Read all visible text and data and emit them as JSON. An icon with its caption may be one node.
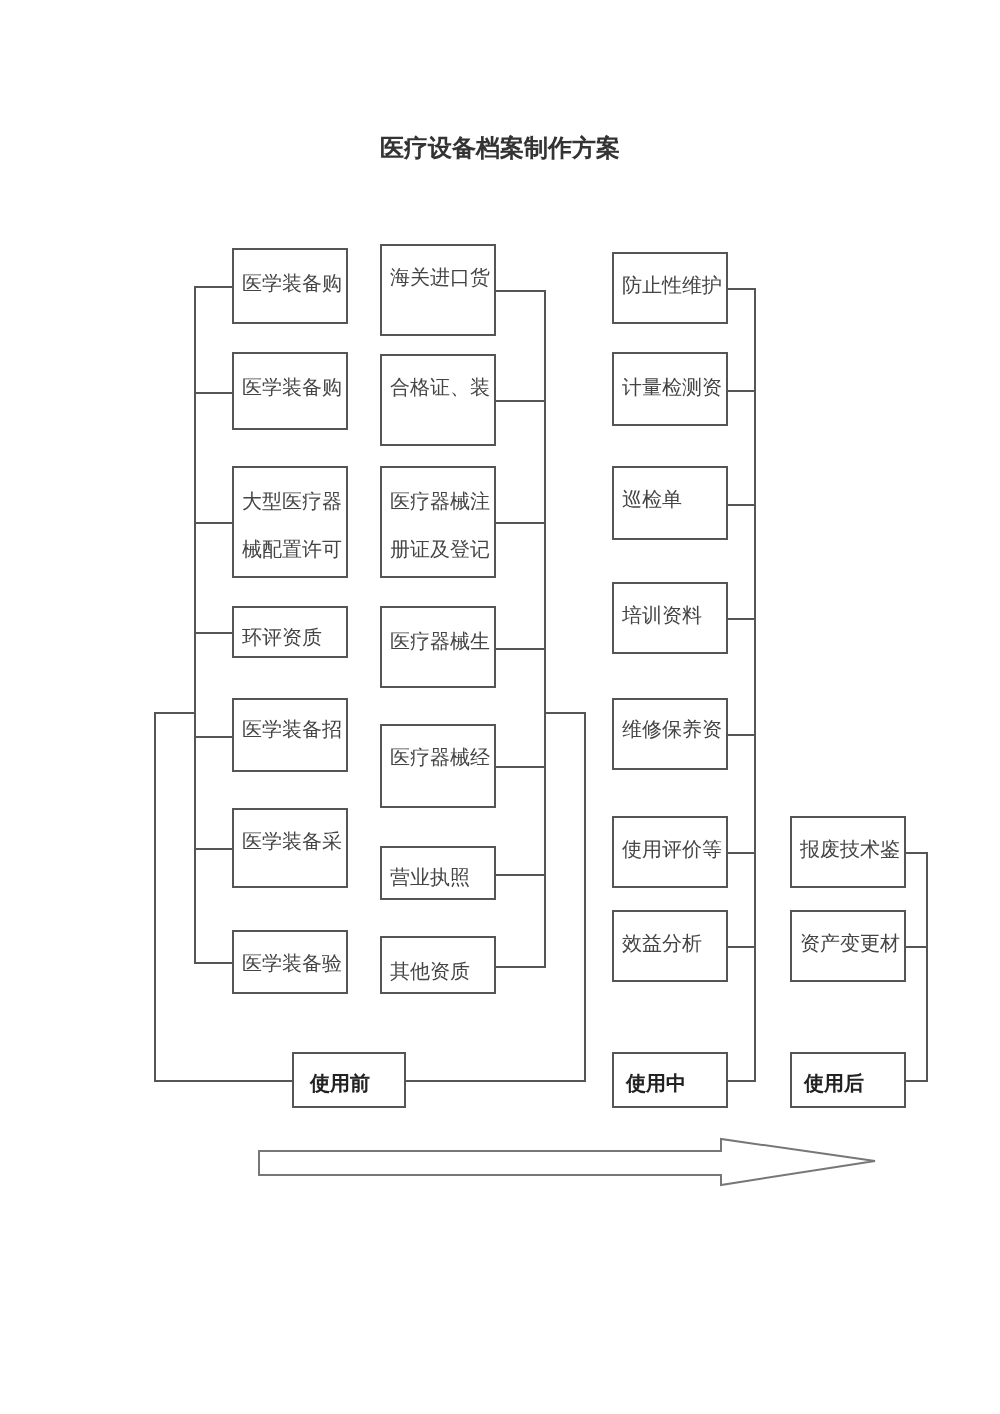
{
  "diagram": {
    "title": "医疗设备档案制作方案",
    "nodes": [
      {
        "text": [
          "医学装备购"
        ]
      },
      {
        "text": [
          "医学装备购"
        ]
      },
      {
        "text": [
          "大型医疗器械配置许可"
        ]
      },
      {
        "text": [
          "环评资质"
        ]
      },
      {
        "text": [
          "医学装备招"
        ]
      },
      {
        "text": [
          "医学装备采"
        ]
      },
      {
        "text": [
          "医学装备验"
        ]
      },
      {
        "text": [
          "海关进口货"
        ]
      },
      {
        "text": [
          "合格证、装"
        ]
      },
      {
        "text": [
          "医疗器械注册证及登记"
        ]
      },
      {
        "text": [
          "医疗器械生"
        ]
      },
      {
        "text": [
          "医疗器械经"
        ]
      },
      {
        "text": [
          "营业执照"
        ]
      },
      {
        "text": [
          "其他资质"
        ]
      },
      {
        "text": [
          "使用前"
        ]
      },
      {
        "text": [
          "防止性维护"
        ]
      },
      {
        "text": [
          "计量检测资"
        ]
      },
      {
        "text": [
          "巡检单"
        ]
      },
      {
        "text": [
          "培训资料"
        ]
      },
      {
        "text": [
          "维修保养资"
        ]
      },
      {
        "text": [
          "使用评价等"
        ]
      },
      {
        "text": [
          "效益分析"
        ]
      },
      {
        "text": [
          "使用中"
        ]
      },
      {
        "text": [
          "报废技术鉴"
        ]
      },
      {
        "text": [
          "资产变更材"
        ]
      },
      {
        "text": [
          "使用后"
        ]
      }
    ],
    "edges": [
      {
        "from": 0,
        "to": 14,
        "arrow": "none"
      },
      {
        "from": 1,
        "to": 14,
        "arrow": "none"
      },
      {
        "from": 2,
        "to": 14,
        "arrow": "none"
      },
      {
        "from": 3,
        "to": 14,
        "arrow": "none"
      },
      {
        "from": 4,
        "to": 14,
        "arrow": "none"
      },
      {
        "from": 5,
        "to": 14,
        "arrow": "none"
      },
      {
        "from": 6,
        "to": 14,
        "arrow": "none"
      },
      {
        "from": 7,
        "to": 14,
        "arrow": "none"
      },
      {
        "from": 8,
        "to": 14,
        "arrow": "none"
      },
      {
        "from": 9,
        "to": 14,
        "arrow": "none"
      },
      {
        "from": 10,
        "to": 14,
        "arrow": "none"
      },
      {
        "from": 11,
        "to": 14,
        "arrow": "none"
      },
      {
        "from": 12,
        "to": 14,
        "arrow": "none"
      },
      {
        "from": 13,
        "to": 14,
        "arrow": "none"
      },
      {
        "from": 15,
        "to": 22,
        "arrow": "none"
      },
      {
        "from": 16,
        "to": 22,
        "arrow": "none"
      },
      {
        "from": 17,
        "to": 22,
        "arrow": "none"
      },
      {
        "from": 18,
        "to": 22,
        "arrow": "none"
      },
      {
        "from": 19,
        "to": 22,
        "arrow": "none"
      },
      {
        "from": 20,
        "to": 22,
        "arrow": "none"
      },
      {
        "from": 21,
        "to": 22,
        "arrow": "none"
      },
      {
        "from": 23,
        "to": 25,
        "arrow": "none"
      },
      {
        "from": 24,
        "to": 25,
        "arrow": "none"
      }
    ]
  }
}
